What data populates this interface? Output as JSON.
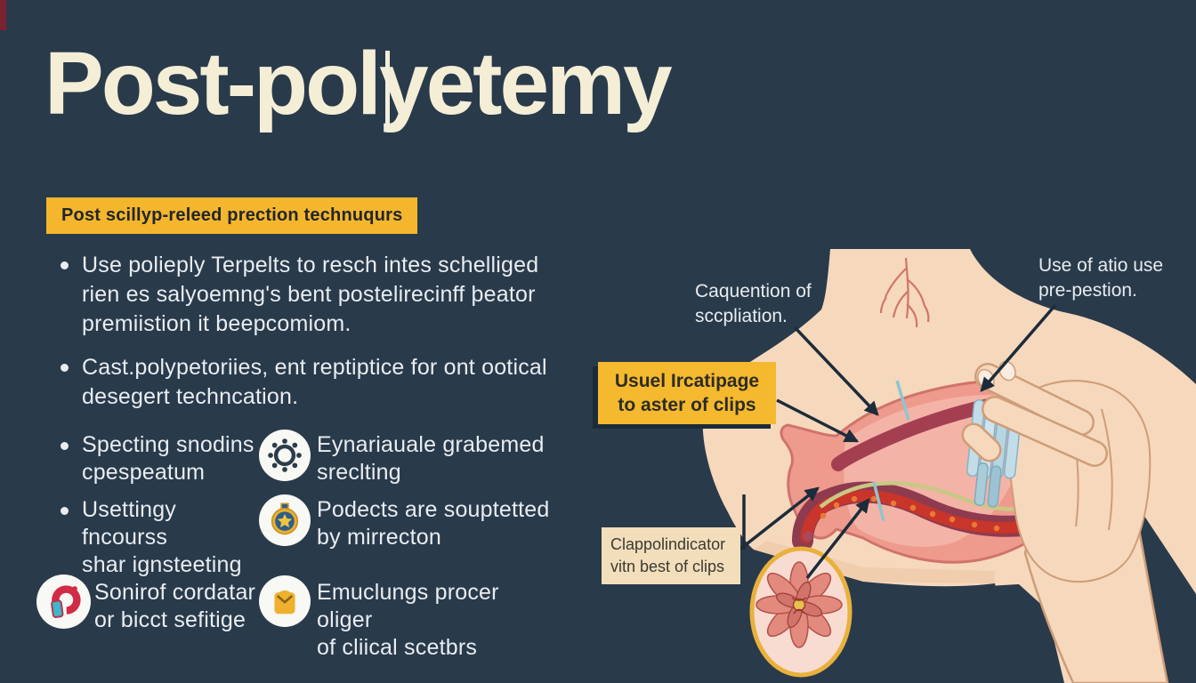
{
  "title": {
    "text": "Post-polyetemy"
  },
  "left_panel": {
    "heading_badge": "Post scillyp-releed prection technuqurs",
    "bullets": [
      {
        "lines": [
          "Use polieply Terpelts to resch intes schelliged",
          "rien es salyoemng's bent postelirecinff þeator",
          "premiistion it beepcomiom."
        ]
      },
      {
        "lines": [
          "Cast.polypetoriies, ent reptiptice for ont ootical",
          "desegert techncation."
        ]
      }
    ],
    "feature_rows": [
      {
        "bullet_lines": [
          "Specting snodins",
          "cpespeatum"
        ],
        "icon": "gear-icon",
        "icon_lines": [
          "Eynariauale grabemed",
          "sreclting"
        ]
      },
      {
        "bullet_lines": [
          "Usettingy fncourss",
          "shar ignsteeting"
        ],
        "icon": "medal-icon",
        "icon_lines": [
          "Podects are souptetted",
          "by mirrecton"
        ]
      }
    ],
    "bottom_rows": [
      {
        "icon": "snare-icon",
        "lines": [
          "Sonirof cordatar",
          "or bicct sefitige"
        ]
      },
      {
        "icon": "package-icon",
        "lines": [
          "Emuclungs procer oliger",
          "of cliical scetbrs"
        ]
      }
    ]
  },
  "diagram": {
    "labels": {
      "capture": {
        "lines": [
          "Caquention of",
          "sccpliation."
        ]
      },
      "top_right": {
        "lines": [
          "Use of atio use",
          "pre-pestion."
        ]
      },
      "yellow_box": {
        "lines": [
          "Usuel Ircatipage",
          "to aster of clips"
        ]
      },
      "beige_box": {
        "lines": [
          "Clappolindicator",
          "vitn best of clips"
        ]
      }
    },
    "elements": [
      "torso",
      "neck-vessels",
      "colon",
      "polyp-inset",
      "hand-with-clips"
    ]
  },
  "colors": {
    "background": "#293a4b",
    "title_cream": "#f4eed6",
    "accent_yellow": "#f3b62d",
    "beige_callout": "#f3debb",
    "body_text": "#e9edf0",
    "skin": "#f6d8bd",
    "organ_salmon": "#ee9a8d",
    "organ_dark_red": "#a43f52",
    "tube_red": "#c9352a",
    "clip_blue": "#c3dde8",
    "arrow_navy": "#1d2c3a",
    "inset_gold": "#e9b13c"
  }
}
